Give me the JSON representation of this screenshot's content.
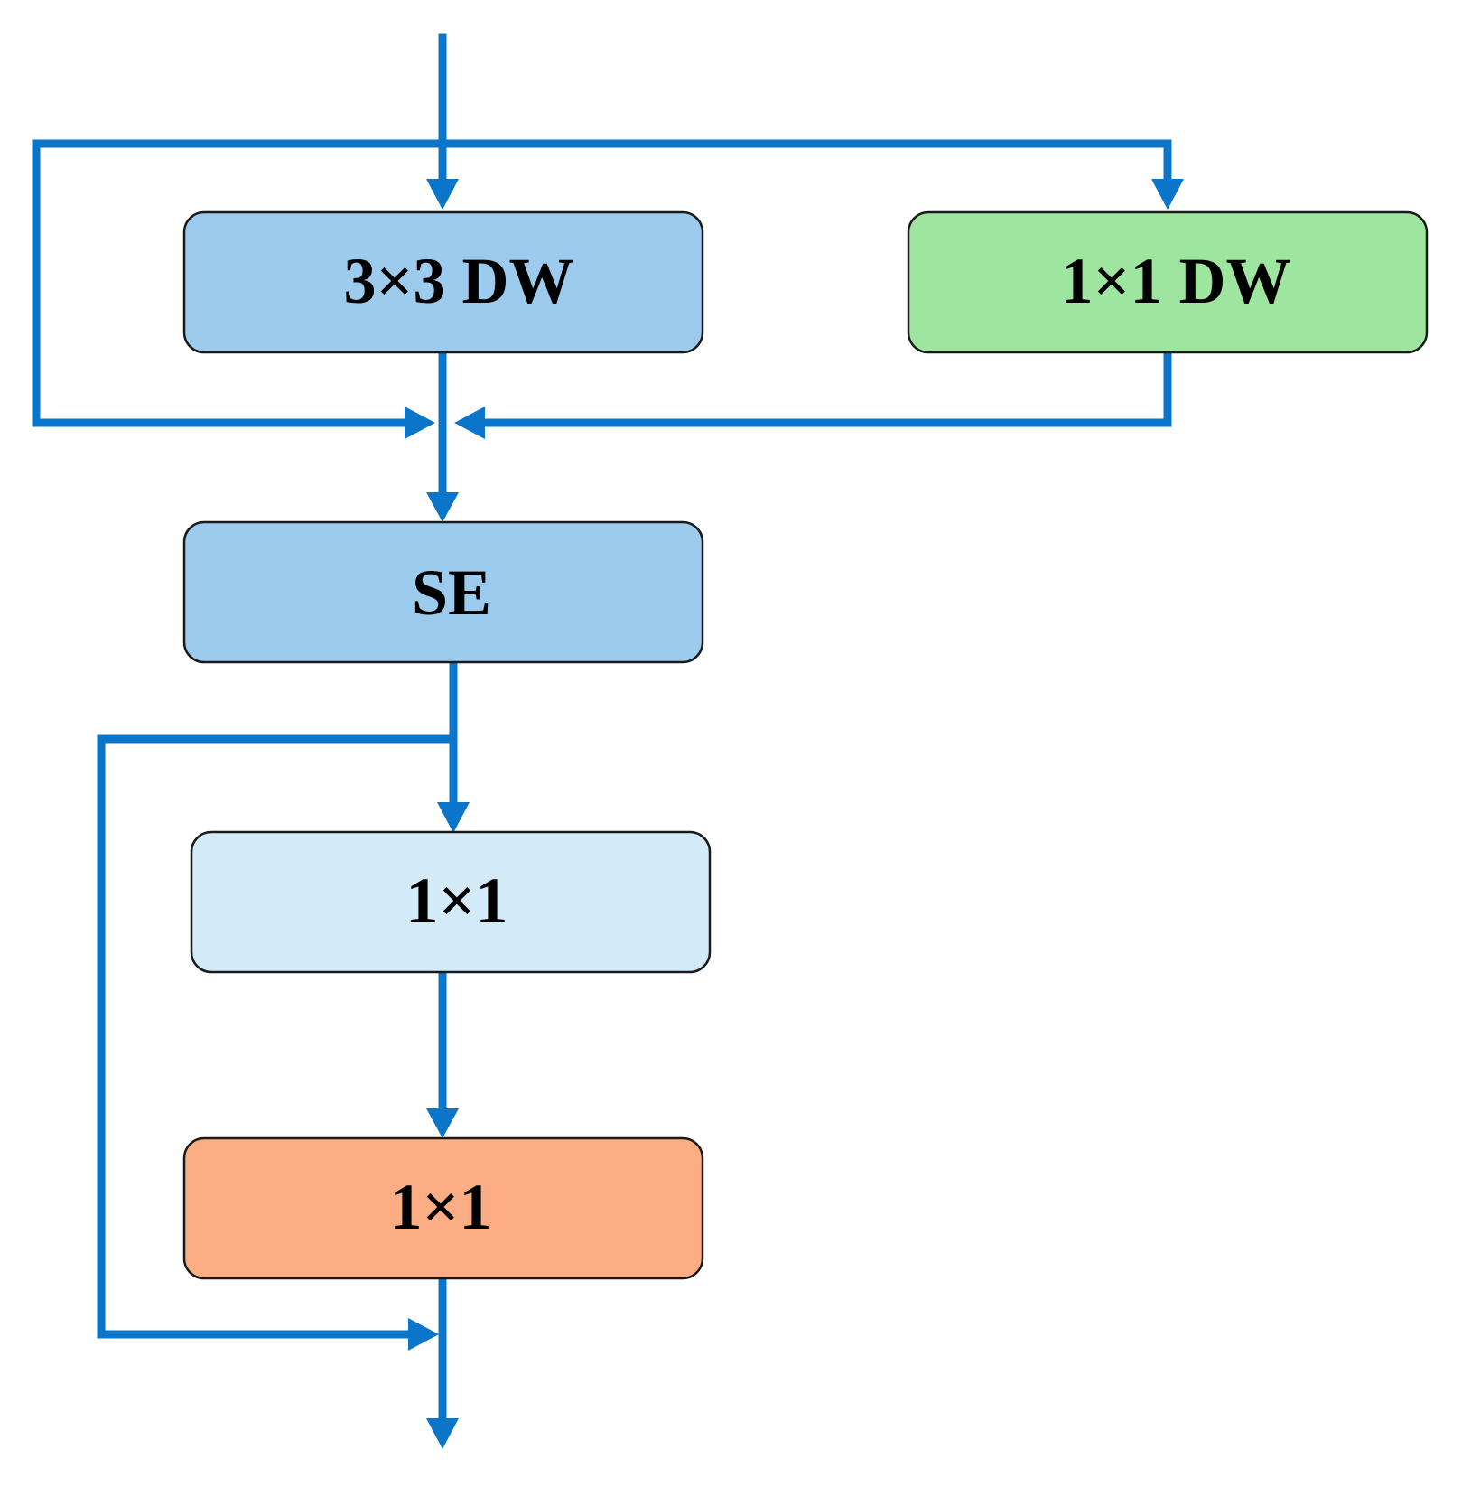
{
  "nodes": {
    "dw3x3": {
      "label": "3×3 DW",
      "fill": "#9ccbee"
    },
    "dw1x1": {
      "label": "1×1 DW",
      "fill": "#9ee6a0"
    },
    "se": {
      "label": "SE",
      "fill": "#9ccbee"
    },
    "conv1": {
      "label": "1×1",
      "fill": "#d3ebf8"
    },
    "conv2": {
      "label": "1×1",
      "fill": "#fcad84"
    }
  },
  "colors": {
    "arrow": "#0a75c9",
    "border": "#1a1a1a",
    "background": "#ffffff"
  }
}
